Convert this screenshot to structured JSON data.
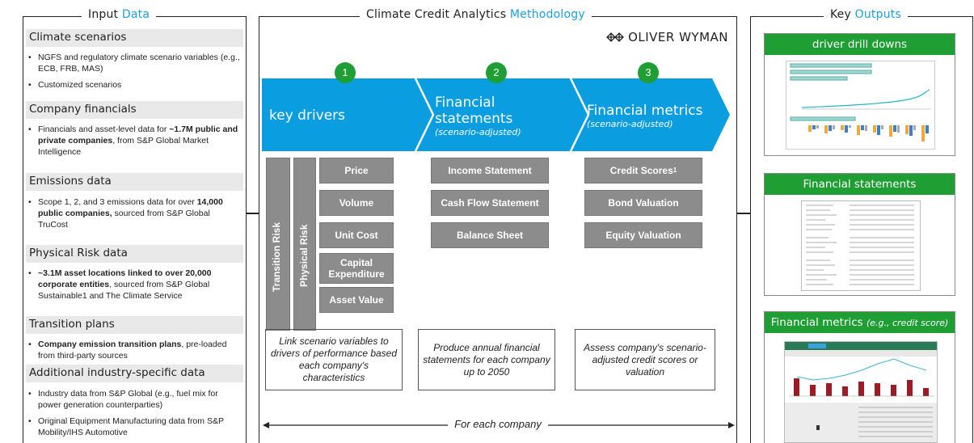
{
  "left": {
    "title_main": "Input ",
    "title_accent": "Data",
    "sections": [
      {
        "heading": "Climate scenarios"
      },
      {
        "heading": "Company financials"
      },
      {
        "heading": "Emissions data"
      },
      {
        "heading": "Physical Risk data"
      },
      {
        "heading": "Transition plans"
      },
      {
        "heading": "Additional industry-specific data"
      }
    ],
    "b_scen_1": "NGFS and regulatory climate scenario variables (e.g., ECB, FRB, MAS)",
    "b_scen_2": "Customized scenarios",
    "b_fin_pre": "Financials and asset-level data for ",
    "b_fin_bold": "~1.7M public and private companies",
    "b_fin_post": ", from S&P Global Market Intelligence",
    "b_em_pre": "Scope 1, 2, and 3 emissions data for over ",
    "b_em_bold": "14,000 public companies,",
    "b_em_post": " sourced from S&P Global TruCost",
    "b_phys_bold": "~3.1M asset locations linked to over 20,000 corporate entities",
    "b_phys_post": ", sourced from S&P Global Sustainable1 and The Climate Service",
    "b_trans_bold": "Company emission transition plans",
    "b_trans_post": ", pre-loaded from third-party sources",
    "b_ind_1": "Industry data from S&P Global (e.g., fuel mix for power generation counterparties)",
    "b_ind_2": "Original Equipment Manufacturing data from S&P Mobility/IHS Automotive"
  },
  "middle": {
    "title_main": "Climate Credit Analytics ",
    "title_accent": "Methodology",
    "logo_text": "OLIVER WYMAN",
    "steps": [
      {
        "num": "1",
        "title": "key drivers",
        "subtitle": ""
      },
      {
        "num": "2",
        "title": "Financial statements",
        "subtitle": "(scenario-adjusted)"
      },
      {
        "num": "3",
        "title": "Financial metrics",
        "subtitle": "(scenario-adjusted)"
      }
    ],
    "risk_transition": "Transition Risk",
    "risk_physical": "Physical Risk",
    "drivers": [
      "Price",
      "Volume",
      "Unit Cost",
      "Capital Expenditure",
      "Asset Value"
    ],
    "statements": [
      "Income Statement",
      "Cash Flow Statement",
      "Balance Sheet"
    ],
    "metrics": [
      "Credit Scores",
      "Bond Valuation",
      "Equity Valuation"
    ],
    "metrics_sup": "1",
    "descriptions": [
      "Link scenario variables to drivers of performance based each company's characteristics",
      "Produce annual financial statements for each company up to 2050",
      "Assess company's scenario-adjusted credit scores or valuation"
    ],
    "for_each": "For each company"
  },
  "right": {
    "title_main": "Key ",
    "title_accent": "Outputs",
    "cards": [
      {
        "title": "driver drill downs",
        "note": ""
      },
      {
        "title": "Financial statements",
        "note": ""
      },
      {
        "title": "Financial metrics ",
        "note": "(e.g., credit score)"
      }
    ]
  },
  "colors": {
    "accent_blue": "#1a9fe0",
    "chevron_blue": "#0a9de0",
    "green": "#1e9e33",
    "grey_box": "#8c8c8c"
  }
}
